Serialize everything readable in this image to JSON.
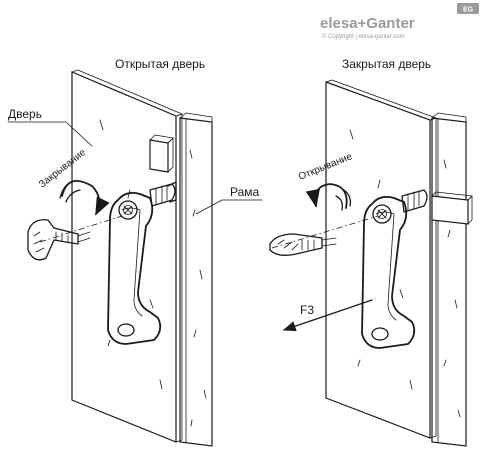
{
  "brand": {
    "logo_text": "elesa+Ganter",
    "badge_text": "EG",
    "copyright": "© Copyright | elesa-ganter.com",
    "logo_color": "#9a9a9a"
  },
  "left_view": {
    "title": "Открытая дверь",
    "door_label": "Дверь",
    "frame_label": "Рама",
    "rotation_label": "Закрывание"
  },
  "right_view": {
    "title": "Закрытая дверь",
    "rotation_label": "Открывание",
    "force_label": "F3"
  },
  "colors": {
    "line": "#1a1a1a",
    "background": "#ffffff"
  }
}
